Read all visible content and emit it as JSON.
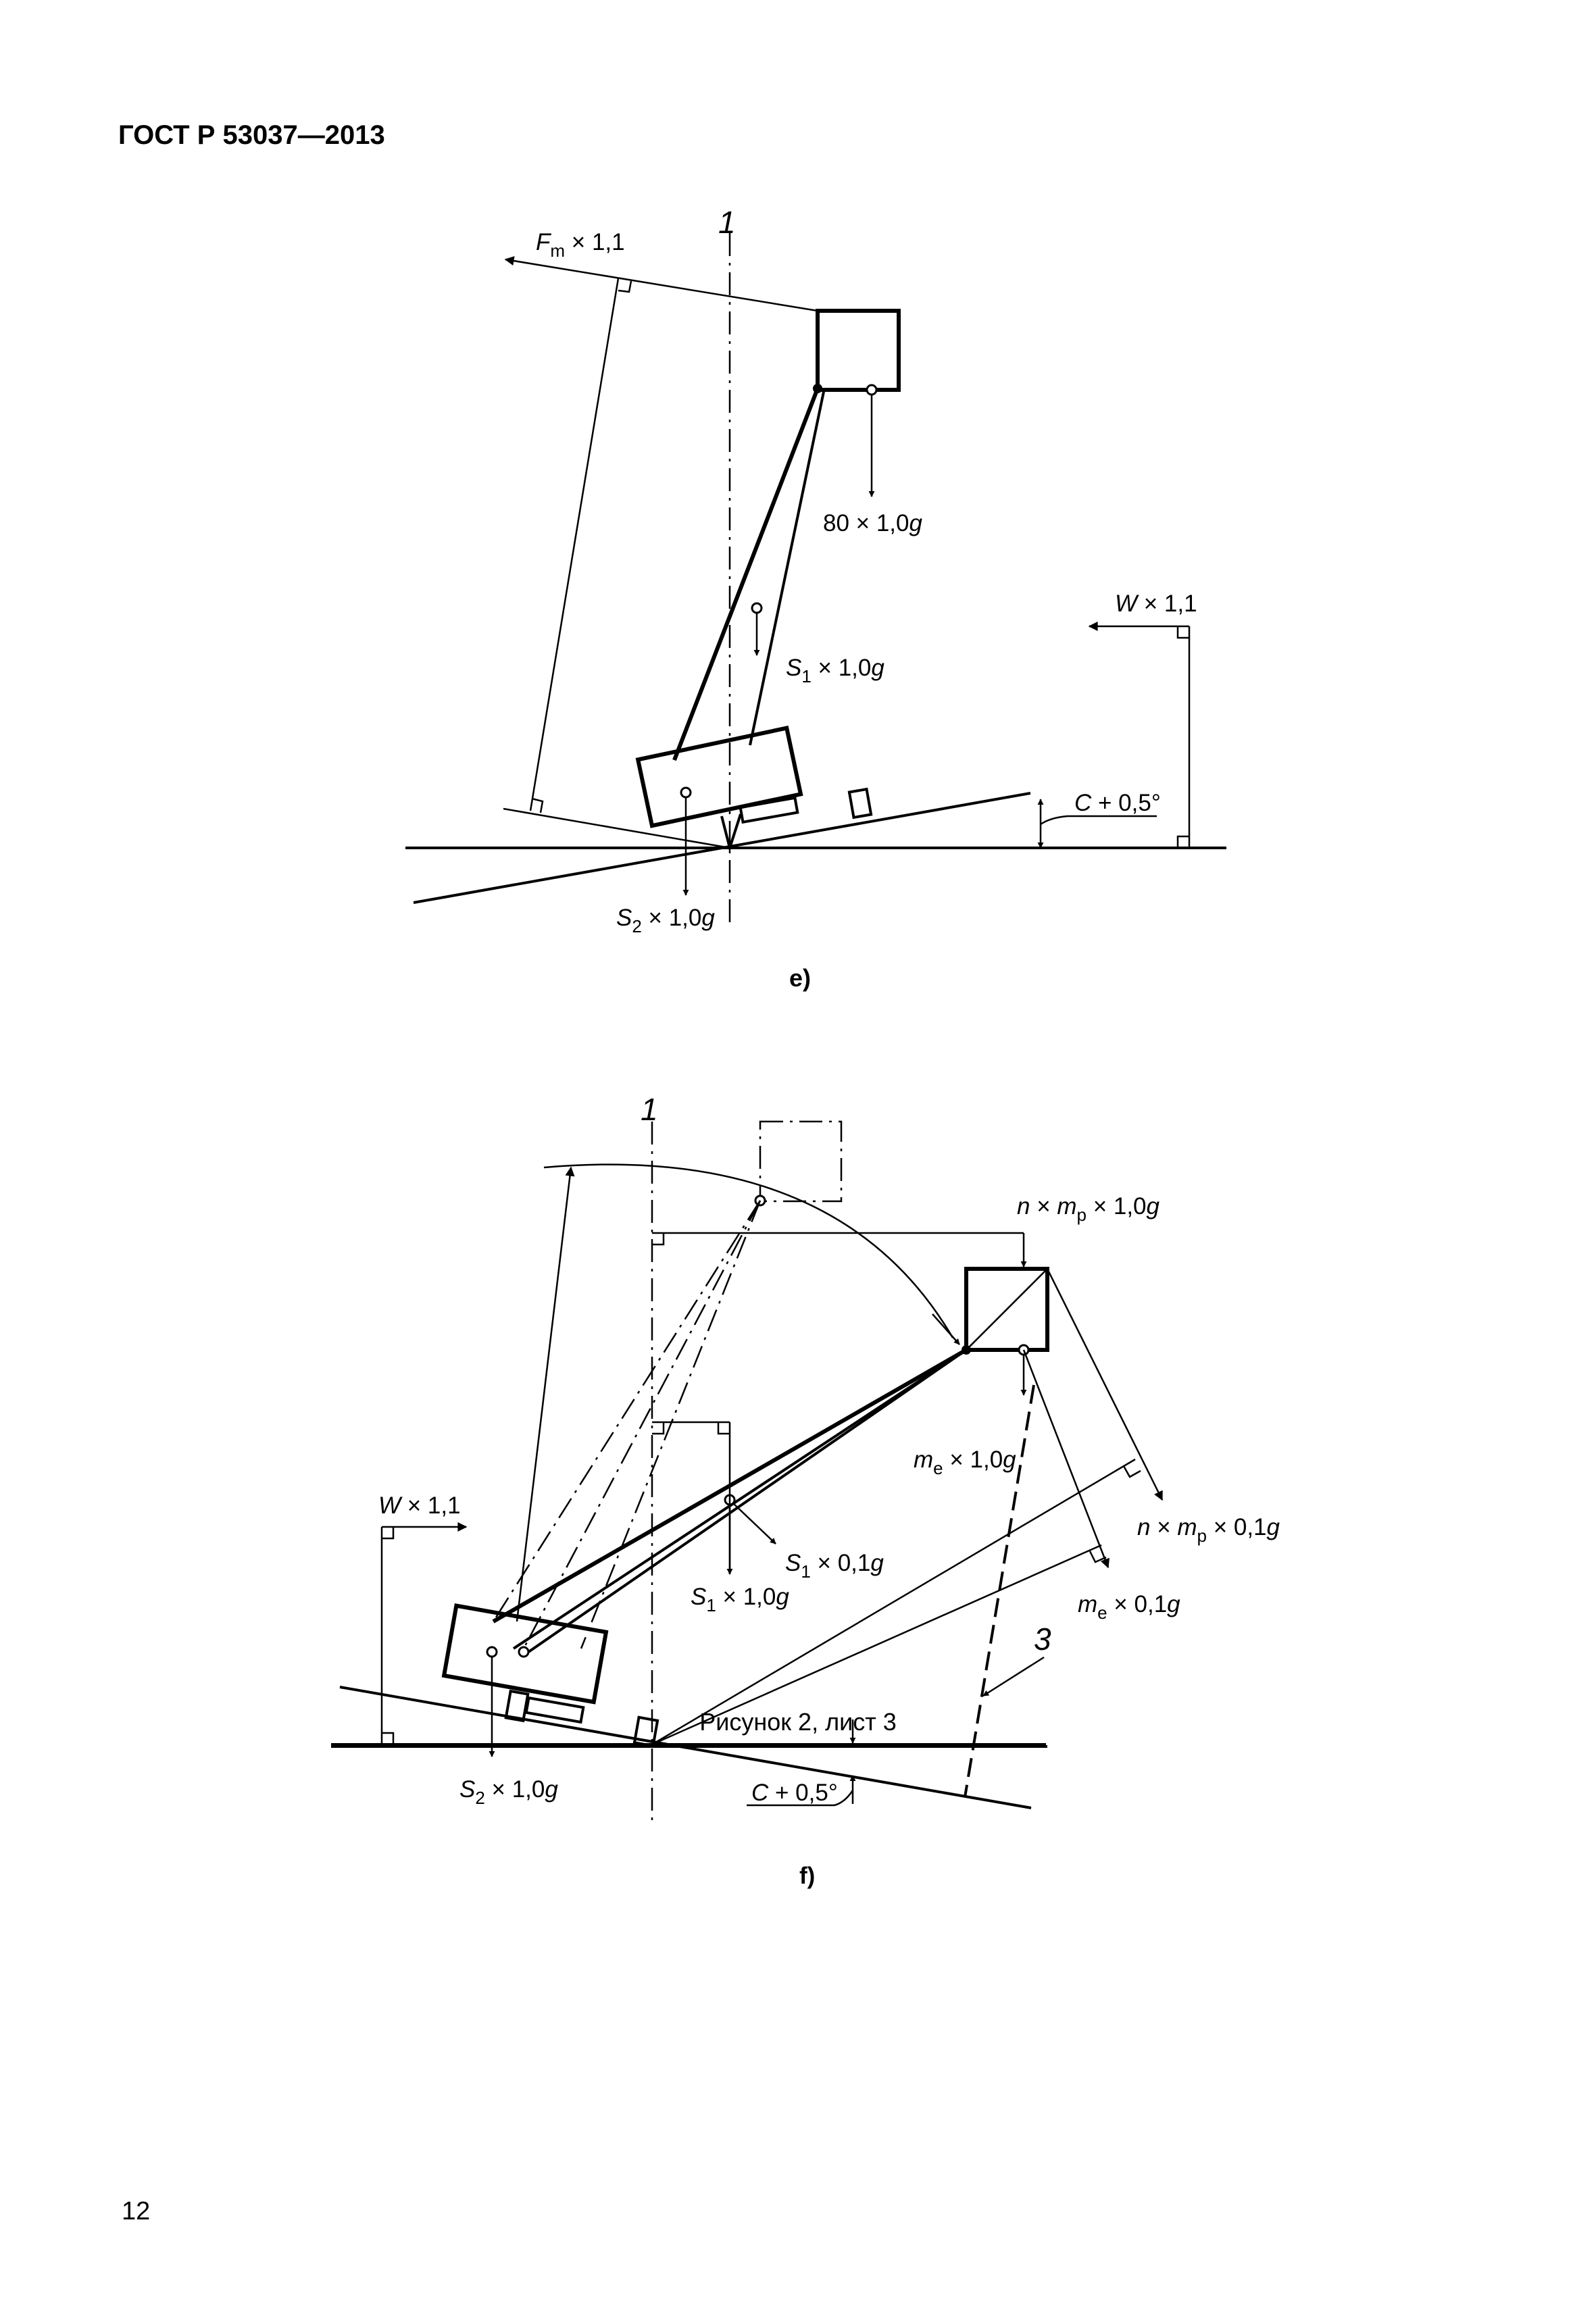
{
  "header": {
    "doc_code": "ГОСТ Р 53037—2013"
  },
  "figure_e": {
    "sublabel": "e)",
    "axis_label": "1",
    "force_fm_symbol": "F",
    "force_fm_sub": "m",
    "force_fm_factor": " × 1,1",
    "load_80": "80 × 1,0",
    "g": "g",
    "w_symbol": "W",
    "w_factor": " × 1,1",
    "s1_symbol": "S",
    "s1_sub": "1",
    "s1_factor": " × 1,0",
    "s2_symbol": "S",
    "s2_sub": "2",
    "s2_factor": " × 1,0",
    "angle_c": "C",
    "angle_rest": " + 0,5°"
  },
  "figure_f": {
    "sublabel": "f)",
    "axis_label": "1",
    "marker_3": "3",
    "n": "n",
    "times": " × ",
    "m": "m",
    "p_sub": "p",
    "e_sub": "e",
    "f10": " × 1,0",
    "f01": " × 0,1",
    "g": "g",
    "w_symbol": "W",
    "w_factor": " × 1,1",
    "s1_symbol": "S",
    "s1_sub": "1",
    "s2_symbol": "S",
    "s2_sub": "2",
    "angle_c": "C",
    "angle_rest": " + 0,5°"
  },
  "caption": "Рисунок 2, лист 3",
  "page_number": "12"
}
